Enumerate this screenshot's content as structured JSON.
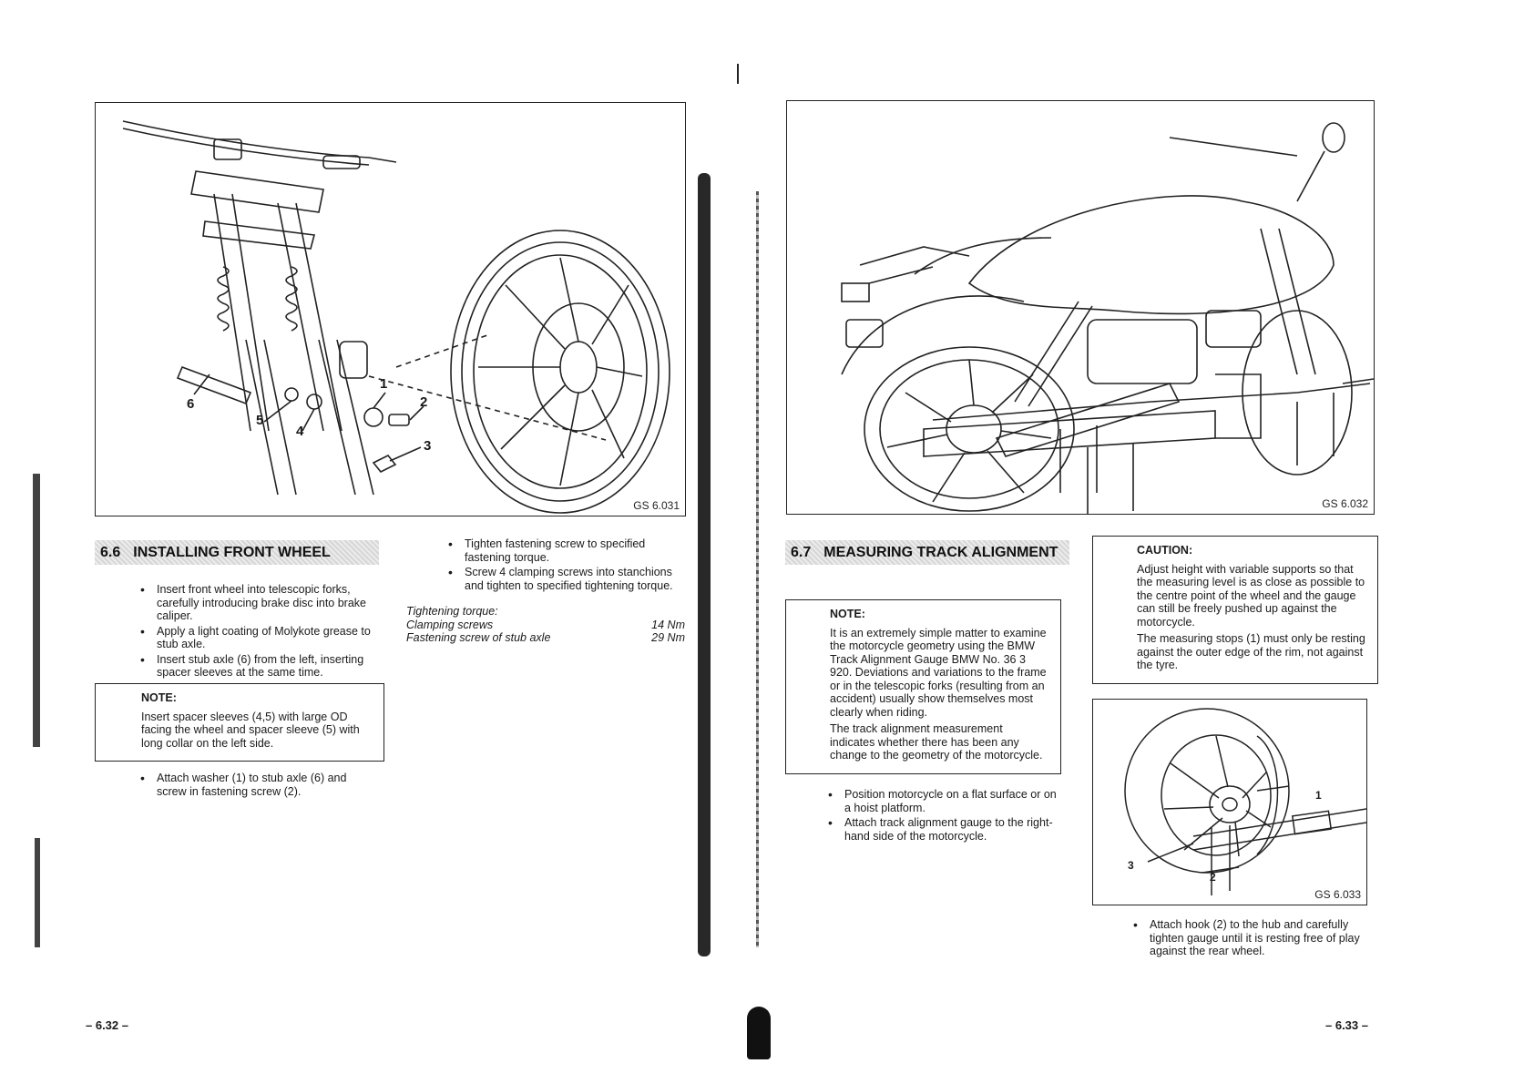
{
  "left_page": {
    "figure": {
      "label": "GS 6.031",
      "callouts": [
        "1",
        "2",
        "3",
        "4",
        "5",
        "6"
      ]
    },
    "section": {
      "number": "6.6",
      "title": "INSTALLING FRONT WHEEL"
    },
    "bullets_a": [
      "Insert front wheel into telescopic forks, carefully introducing brake disc into brake caliper.",
      "Apply a light coating of Molykote grease to stub axle.",
      "Insert stub axle (6) from the left, inserting spacer sleeves at the same time."
    ],
    "note": {
      "title": "NOTE:",
      "text": "Insert spacer sleeves (4,5) with large OD facing the wheel and spacer sleeve (5) with long collar on the left side."
    },
    "bullets_b": [
      "Attach washer (1) to stub axle (6) and screw in fastening screw (2)."
    ],
    "bullets_c": [
      "Tighten fastening screw to specified fastening torque.",
      "Screw 4 clamping screws into stanchions and tighten to specified tightening torque."
    ],
    "torque": {
      "title": "Tightening torque:",
      "rows": [
        {
          "label": "Clamping screws",
          "value": "14 Nm"
        },
        {
          "label": "Fastening screw of stub axle",
          "value": "29 Nm"
        }
      ]
    },
    "page_number": "– 6.32 –"
  },
  "right_page": {
    "figure_top": {
      "label": "GS 6.032"
    },
    "section": {
      "number": "6.7",
      "title": "MEASURING TRACK ALIGNMENT"
    },
    "note": {
      "title": "NOTE:",
      "paragraphs": [
        "It is an extremely simple matter to examine the motorcycle geometry using the BMW Track Alignment Gauge BMW No. 36 3 920. Deviations and variations to the frame or in the telescopic forks (resulting from an accident) usually show themselves most clearly when riding.",
        "The track alignment measurement indicates whether there has been any change to the geometry of the motorcycle."
      ]
    },
    "bullets": [
      "Position motorcycle on a flat surface or on a hoist platform.",
      "Attach track alignment gauge to the right-hand side of the motorcycle."
    ],
    "caution": {
      "title": "CAUTION:",
      "paragraphs": [
        "Adjust height with variable supports so that the measuring level is as close as possible to the centre point of the wheel and the gauge can still be freely pushed up against the motorcycle.",
        "The measuring stops (1) must only be resting against the outer edge of the rim, not against the tyre."
      ]
    },
    "figure_small": {
      "label": "GS 6.033",
      "callouts": [
        "1",
        "2",
        "3"
      ]
    },
    "bullets_final": [
      "Attach hook (2) to the hub and carefully tighten gauge until it is resting free of play against the rear wheel."
    ],
    "page_number": "– 6.33 –"
  }
}
